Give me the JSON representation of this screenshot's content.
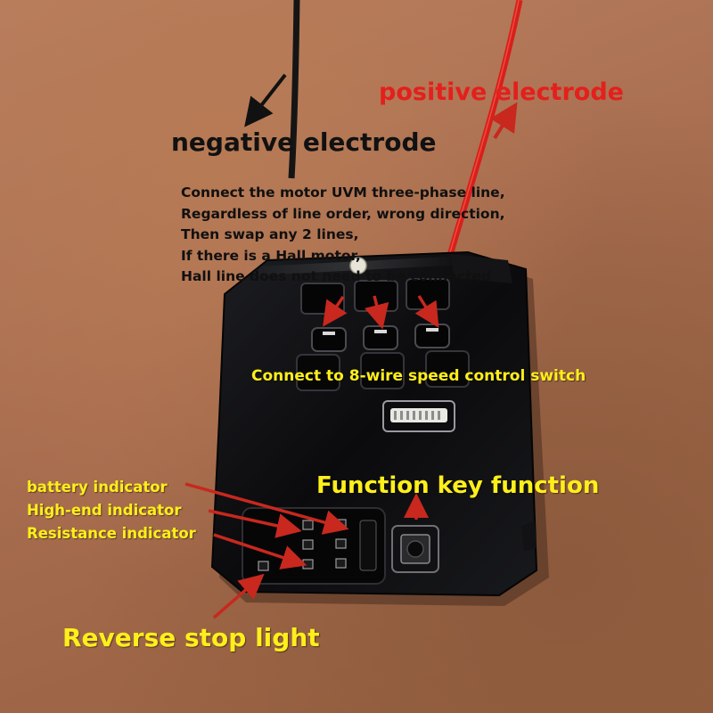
{
  "labels": {
    "negative": "negative electrode",
    "positive": "positive electrode",
    "motor_note": [
      "Connect the motor UVM three-phase line,",
      "Regardless of line order, wrong direction,",
      "Then swap any 2 lines,",
      "If there is a Hall motor,",
      "Hall line does not need to be connected"
    ],
    "speed_switch": "Connect to 8-wire speed control switch",
    "function_key": "Function key function",
    "battery": "battery indicator",
    "high_end": "High-end indicator",
    "resistance": "Resistance indicator",
    "reverse": "Reverse stop light"
  },
  "colors": {
    "black_label": "#111111",
    "red_label": "#e3201c",
    "yellow_label": "#ffef1a",
    "arrow_red": "#c8281e",
    "board": "#0d0d0f",
    "red_wire": "#d81f1a",
    "black_wire": "#151515"
  },
  "icons": [
    "arrow-icon",
    "push-button-icon",
    "connector-icon"
  ]
}
